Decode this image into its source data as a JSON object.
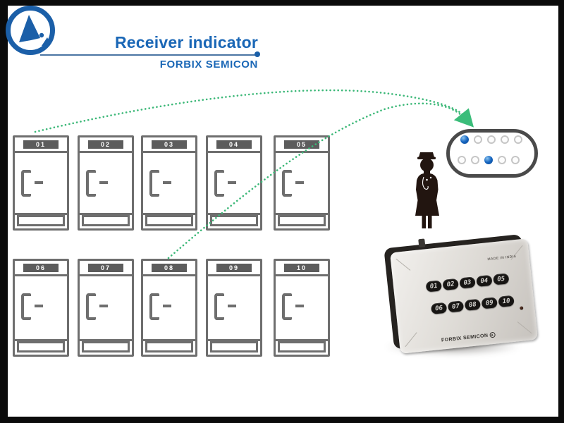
{
  "header": {
    "title": "Receiver indicator",
    "brand": "FORBIX SEMICON",
    "title_color": "#1a67b6"
  },
  "doors": {
    "row1": [
      "01",
      "02",
      "03",
      "04",
      "05"
    ],
    "row2": [
      "06",
      "07",
      "08",
      "09",
      "10"
    ]
  },
  "panel": {
    "rows": [
      [
        true,
        false,
        false,
        false,
        false
      ],
      [
        false,
        false,
        true,
        false,
        false
      ]
    ],
    "led_on_color": "#1565c0",
    "border_color": "#4a4a4a"
  },
  "receiver": {
    "made_in": "MADE IN INDIA",
    "brand": "FORBIX SEMICON",
    "logo_glyph": "▲",
    "row1": [
      "01",
      "02",
      "03",
      "04",
      "05"
    ],
    "row2": [
      "06",
      "07",
      "08",
      "09",
      "10"
    ]
  },
  "arrows": {
    "color": "#3cb878"
  }
}
